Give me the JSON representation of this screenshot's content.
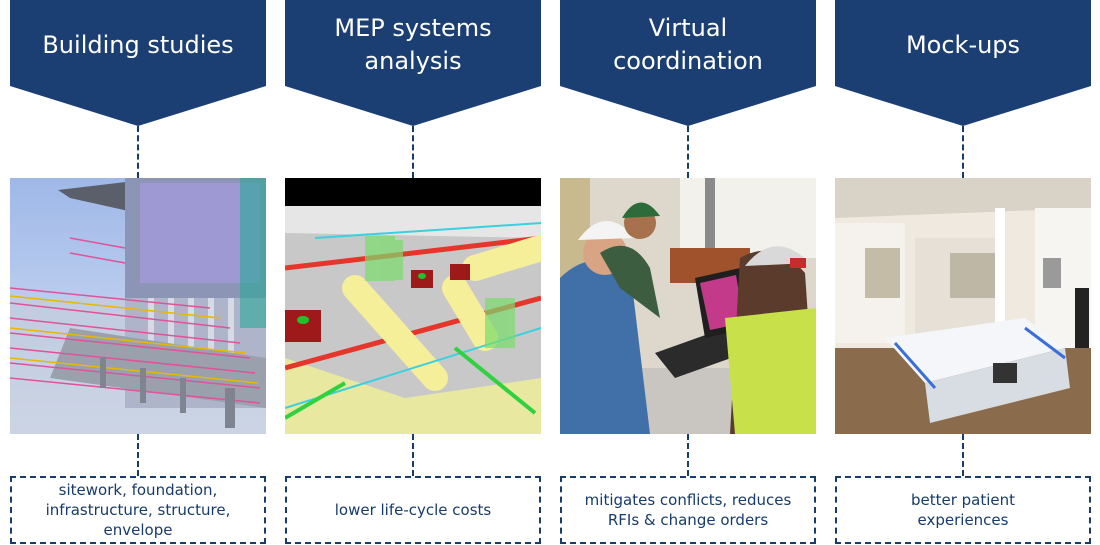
{
  "colors": {
    "banner": "#1c3f73",
    "line": "#173b6b",
    "text": "#173b6b"
  },
  "columns": [
    {
      "title": "Building studies",
      "image": "bim-building-structure-model",
      "description": "sitework, foundation,\ninfrastructure, structure,\nenvelope"
    },
    {
      "title": "MEP systems\nanalysis",
      "image": "mep-ductwork-3d-model",
      "description": "lower life-cycle costs"
    },
    {
      "title": "Virtual\ncoordination",
      "image": "construction-team-reviewing-laptop",
      "description": "mitigates conflicts, reduces\nRFIs & change orders"
    },
    {
      "title": "Mock-ups",
      "image": "hospital-patient-room-mockup",
      "description": "better patient\nexperiences"
    }
  ]
}
